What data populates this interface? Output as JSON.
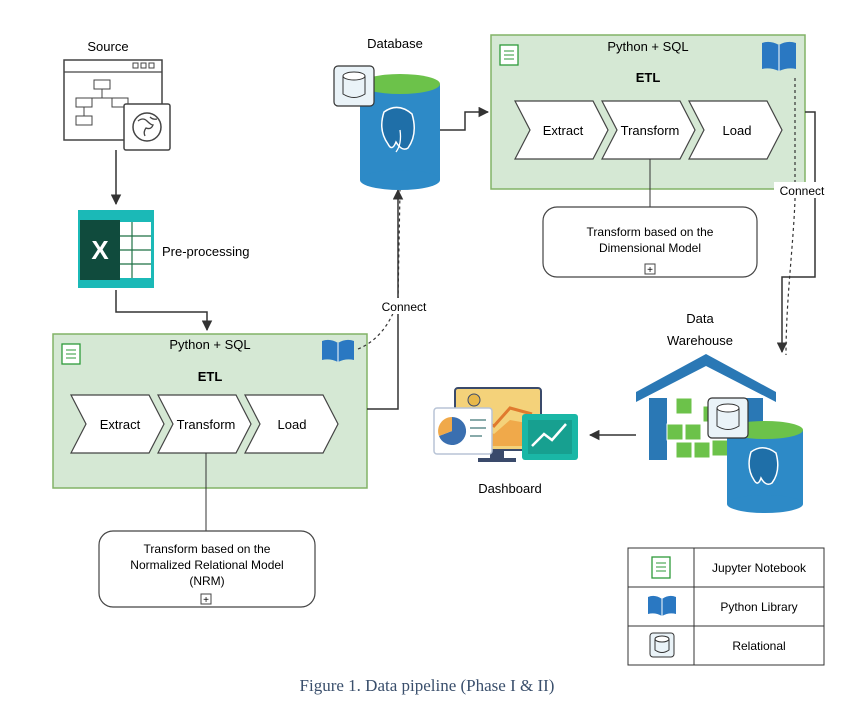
{
  "source": {
    "label": "Source",
    "icon": "browser-globe-icon"
  },
  "preprocessing": {
    "label": "Pre-processing",
    "icon": "excel-icon"
  },
  "database": {
    "label": "Database",
    "icon": "postgresql-cylinder-icon"
  },
  "etl1": {
    "title": "Python + SQL",
    "subtitle": "ETL",
    "steps": [
      "Extract",
      "Transform",
      "Load"
    ],
    "note_line1": "Transform based on the",
    "note_line2": "Normalized Relational Model",
    "note_line3": "(NRM)",
    "note_toggle": "+"
  },
  "etl2": {
    "title": "Python + SQL",
    "subtitle": "ETL",
    "steps": [
      "Extract",
      "Transform",
      "Load"
    ],
    "note_line1": "Transform based on the",
    "note_line2": "Dimensional Model",
    "note_toggle": "+"
  },
  "connect_label_1": "Connect",
  "connect_label_2": "Connect",
  "warehouse": {
    "label_line1": "Data",
    "label_line2": "Warehouse"
  },
  "dashboard": {
    "label": "Dashboard"
  },
  "legend": {
    "rows": [
      {
        "icon": "jupyter-notebook-icon",
        "label": "Jupyter Notebook"
      },
      {
        "icon": "python-library-icon",
        "label": "Python Library"
      },
      {
        "icon": "relational-icon",
        "label": "Relational"
      }
    ]
  },
  "caption": "Figure 1.  Data pipeline (Phase I & II)",
  "colors": {
    "etl_fill": "#d5e8d4",
    "etl_stroke": "#82b366",
    "db_blue": "#2d8ac7",
    "db_green": "#6cc24a",
    "excel_green": "#1e7145",
    "warehouse_blue": "#2a78b5"
  }
}
